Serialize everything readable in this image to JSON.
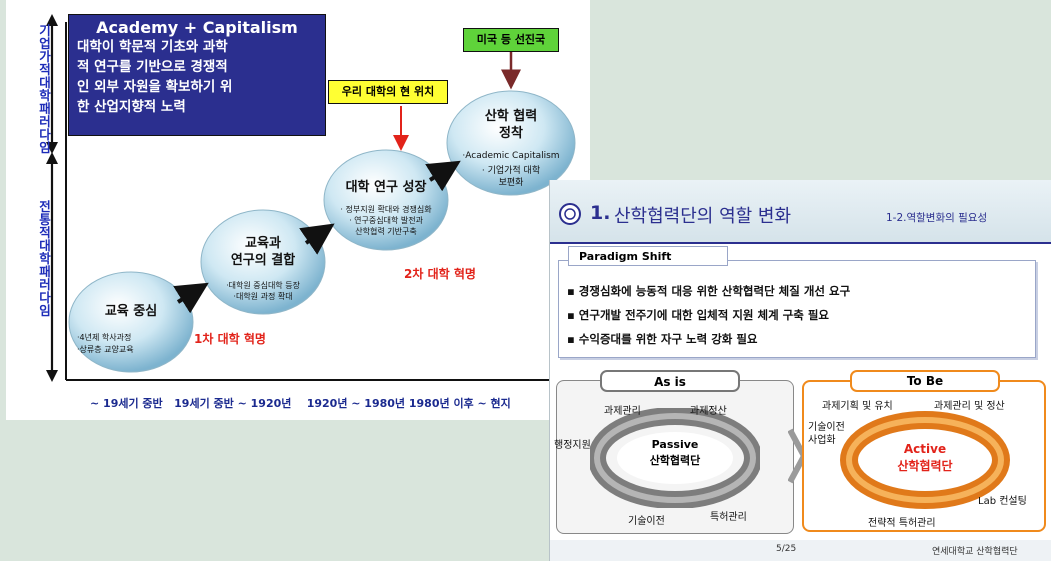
{
  "left_slide": {
    "side_labels": [
      "기업가적 대학패러다임",
      "전통적 대학패러다임"
    ],
    "info_box": {
      "title": "Academy + Capitalism",
      "lines": [
        "대학이 학문적 기초와 과학",
        "적 연구를 기반으로 경쟁적",
        "인 외부 자원을 확보하기 위",
        "한 산업지향적 노력"
      ]
    },
    "stages": [
      {
        "title": "교육 중심",
        "bullets": [
          "·4년제 학사과정",
          "·상류층 교양교육"
        ]
      },
      {
        "title_lines": [
          "교육과",
          "연구의 결합"
        ],
        "bullets": [
          "·대학원 중심대학 등장",
          "·대학원 과정 확대"
        ]
      },
      {
        "title": "대학 연구 성장",
        "bullets": [
          "· 정부지원 확대와 경쟁심화",
          "· 연구중심대학 발전과",
          "산학협력 기반구축"
        ]
      },
      {
        "title_lines": [
          "산학 협력",
          "정착"
        ],
        "bullets": [
          "·Academic Capitalism",
          "· 기업가적 대학",
          "보편화"
        ]
      }
    ],
    "revolution_1": "1차 대학 혁명",
    "revolution_2": "2차 대학 혁명",
    "callout_current": "우리 대학의 현 위치",
    "callout_advanced": "미국 등 선진국",
    "timeline": "~ 19세기 중반   19세기 중반 ~ 1920년    1920년 ~ 1980년 1980년 이후 ~ 현지"
  },
  "right_slide": {
    "title_num": "1.",
    "title": "산학협력단의 역할 변화",
    "subtitle": "1-2.역할변화의 필요성",
    "paradigm_label": "Paradigm Shift",
    "bullets": [
      "▪ 경쟁심화에 능동적 대응 위한 산학협력단 체질 개선 요구",
      "▪ 연구개발 전주기에 대한 입체적 지원 체계 구축 필요",
      "▪ 수익증대를 위한 자구 노력 강화 필요"
    ],
    "as_is": {
      "label": "As is",
      "center": [
        "Passive",
        "산학협력단"
      ],
      "tags": [
        "과제관리",
        "과제정산",
        "행정지원",
        "기술이전",
        "특허관리"
      ]
    },
    "to_be": {
      "label": "To Be",
      "center": [
        "Active",
        "산학협력단"
      ],
      "tags": [
        "과제기획 및 유치",
        "과제관리 및 정산",
        "기술이전",
        "사업화",
        "Lab 컨설팅",
        "전략적 특허관리"
      ]
    },
    "page": "5/25",
    "footer": "연세대학교 산학협력단",
    "colors": {
      "navy": "#2b2f8f",
      "orange": "#f08a1c",
      "gray": "#8a8a8a"
    }
  }
}
